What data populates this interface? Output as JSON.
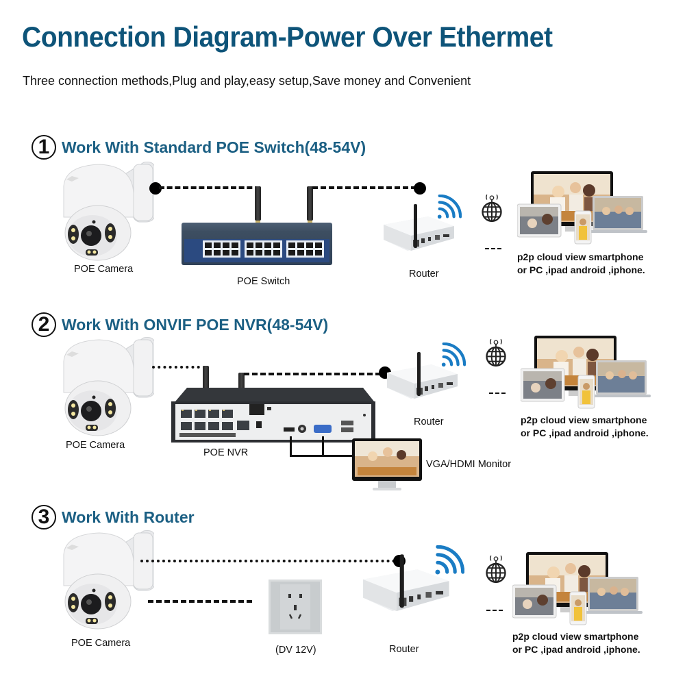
{
  "header": {
    "title": "Connection Diagram-Power Over Ethermet",
    "subtitle": "Three connection methods,Plug and play,easy setup,Save money and Convenient"
  },
  "colors": {
    "title": "#0e5479",
    "section_title": "#1b5f83",
    "wifi": "#1a7cc4",
    "line": "#111111"
  },
  "sections": [
    {
      "number": "1",
      "title": "Work With Standard POE Switch(48-54V)",
      "camera_label": "POE Camera",
      "middle_label": "POE Switch",
      "router_label": "Router",
      "p2p_line1": "p2p cloud view smartphone",
      "p2p_line2": "or PC ,ipad android ,iphone."
    },
    {
      "number": "2",
      "title": "Work With ONVIF POE NVR(48-54V)",
      "camera_label": "POE Camera",
      "middle_label": "POE NVR",
      "monitor_label": "VGA/HDMI Monitor",
      "router_label": "Router",
      "p2p_line1": "p2p cloud view smartphone",
      "p2p_line2": "or PC ,ipad android ,iphone."
    },
    {
      "number": "3",
      "title": "Work With Router",
      "camera_label": "POE Camera",
      "middle_label": "(DV 12V)",
      "router_label": "Router",
      "p2p_line1": "p2p cloud view smartphone",
      "p2p_line2": "or PC ,ipad android ,iphone."
    }
  ],
  "icons": {
    "circled_number": "circled-number",
    "camera": "ptz-camera",
    "switch": "poe-switch",
    "nvr": "nvr-recorder",
    "router": "wifi-router",
    "wifi": "wifi-signal",
    "globe": "globe-antenna",
    "devices": "client-devices",
    "monitor": "monitor",
    "outlet": "power-outlet"
  }
}
